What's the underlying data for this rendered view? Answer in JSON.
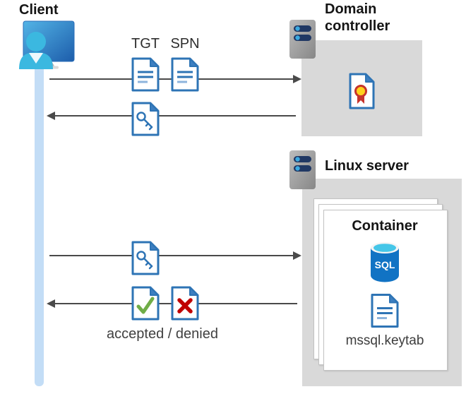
{
  "client": {
    "label": "Client"
  },
  "flow_top": {
    "tgt_label": "TGT",
    "spn_label": "SPN"
  },
  "flow_bottom": {
    "result_label": "accepted / denied"
  },
  "domain_controller": {
    "label": "Domain controller"
  },
  "linux_server": {
    "label": "Linux server"
  },
  "container": {
    "label": "Container",
    "db_label": "SQL",
    "keytab_label": "mssql.keytab"
  },
  "icons": {
    "client": "user-at-monitor-icon",
    "server": "server-tower-icon",
    "ticket": "document-icon",
    "key": "key-document-icon",
    "certificate": "certificate-document-icon",
    "accepted": "check-document-icon",
    "denied": "cross-document-icon",
    "database": "sql-database-icon"
  },
  "colors": {
    "doc_blue": "#2e74b5",
    "fold_blue": "#3d7fc1",
    "box_gray": "#d9d9d9",
    "arrow_gray": "#4a4a4a",
    "lifeline_blue": "#c3ddf6",
    "accepted_green": "#70ad47",
    "denied_red": "#c00000",
    "seal_yellow": "#ffd21c",
    "seal_red": "#c6342c",
    "sql_blue": "#1173c4",
    "sql_cyan": "#45c6e8",
    "server_bar_navy": "#203864",
    "server_dot_blue": "#3aa9e0"
  }
}
